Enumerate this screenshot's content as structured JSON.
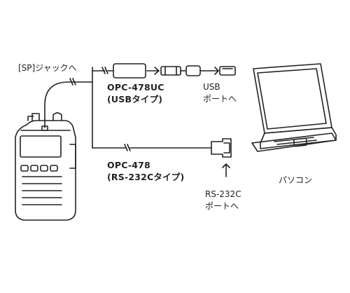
{
  "labels": {
    "sp_jack": "[SP]ジャックへ",
    "usb_model": "OPC-478UC",
    "usb_type": "(USBタイプ)",
    "usb_port_line1": "USB",
    "usb_port_line2": "ポートへ",
    "rs_model": "OPC-478",
    "rs_type": "(RS-232Cタイプ)",
    "rs_port_line1": "RS-232C",
    "rs_port_line2": "ポートへ",
    "pc": "パソコン"
  }
}
